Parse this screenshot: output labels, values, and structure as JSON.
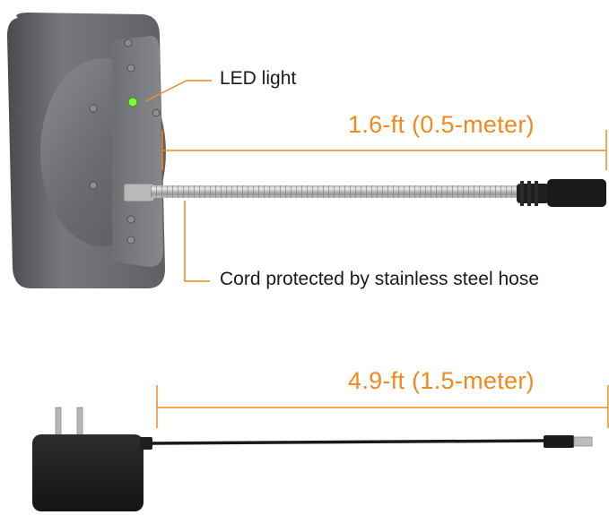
{
  "callouts": {
    "led": "LED light",
    "cord": "Cord protected by stainless steel hose"
  },
  "dimensions": {
    "hose_length": "1.6-ft (0.5-meter)",
    "adapter_cord_length": "4.9-ft (1.5-meter)"
  },
  "colors": {
    "accent": "#ee8a1e",
    "led": "#7cff3a",
    "body": "#6f7073",
    "adapter": "#1c1c1e"
  }
}
